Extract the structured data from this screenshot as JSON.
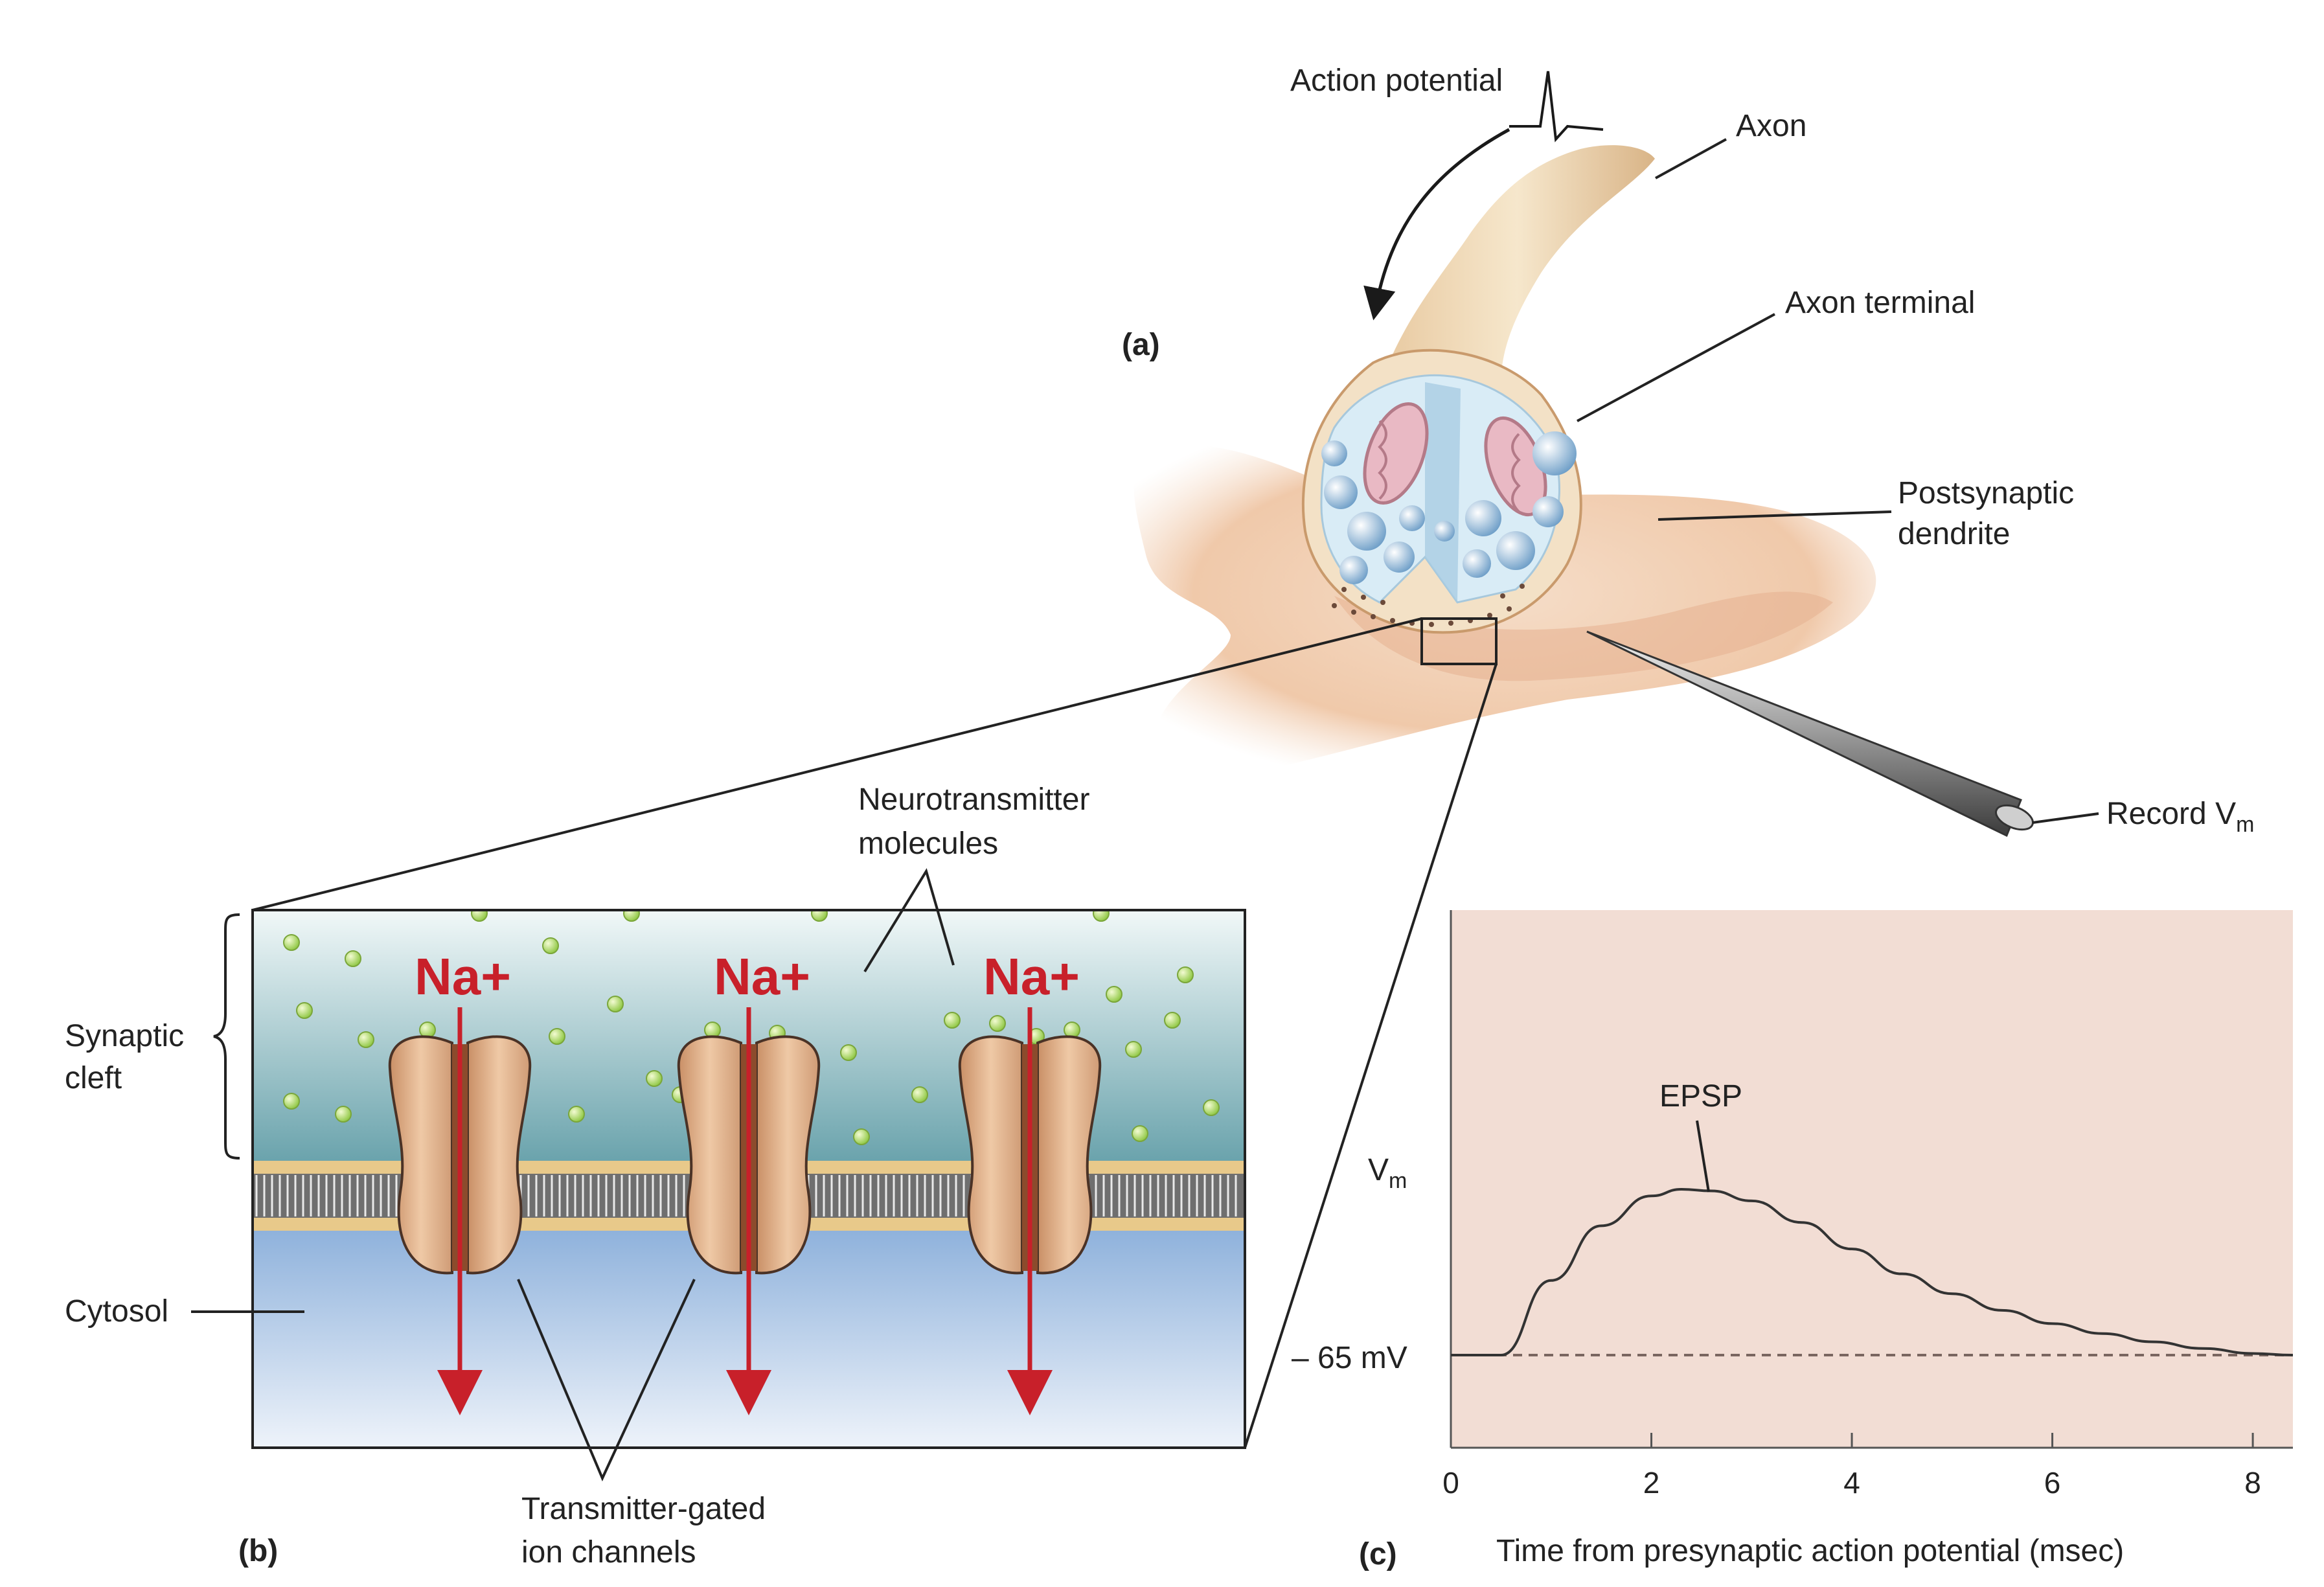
{
  "panel_a": {
    "letter": "(a)",
    "action_potential": "Action potential",
    "axon": "Axon",
    "axon_terminal": "Axon terminal",
    "postsynaptic_line1": "Postsynaptic",
    "postsynaptic_line2": "dendrite",
    "record_prefix": "Record V",
    "record_sub": "m"
  },
  "panel_b": {
    "letter": "(b)",
    "neurotransmitter_line1": "Neurotransmitter",
    "neurotransmitter_line2": "molecules",
    "synaptic_line1": "Synaptic",
    "synaptic_line2": "cleft",
    "cytosol": "Cytosol",
    "ion_label": "Na+",
    "channels_line1": "Transmitter-gated",
    "channels_line2": "ion channels"
  },
  "panel_c": {
    "letter": "(c)",
    "vm_prefix": "V",
    "vm_sub": "m",
    "baseline": "– 65 mV",
    "epsp": "EPSP",
    "xlabel": "Time from presynaptic action potential (msec)"
  },
  "chart_data": {
    "type": "line",
    "title": "",
    "xlabel": "Time from presynaptic action potential (msec)",
    "ylabel": "Vm",
    "xlim": [
      0,
      8.4
    ],
    "xticks": [
      0,
      2,
      4,
      6,
      8
    ],
    "baseline_label": "– 65 mV",
    "baseline_style": "dashed",
    "annotation": "EPSP",
    "series": [
      {
        "x": [
          0,
          0.5,
          1.0,
          1.5,
          2.0,
          2.3,
          2.6,
          3.0,
          3.5,
          4.0,
          4.5,
          5.0,
          5.5,
          6.0,
          6.5,
          7.0,
          7.5,
          8.0,
          8.4
        ],
        "y": [
          0,
          0,
          0.45,
          0.78,
          0.96,
          1.0,
          0.99,
          0.93,
          0.8,
          0.64,
          0.49,
          0.37,
          0.27,
          0.19,
          0.13,
          0.08,
          0.04,
          0.01,
          0
        ]
      }
    ],
    "colors": {
      "background": "#f2ddd4",
      "line": "#333333"
    }
  }
}
